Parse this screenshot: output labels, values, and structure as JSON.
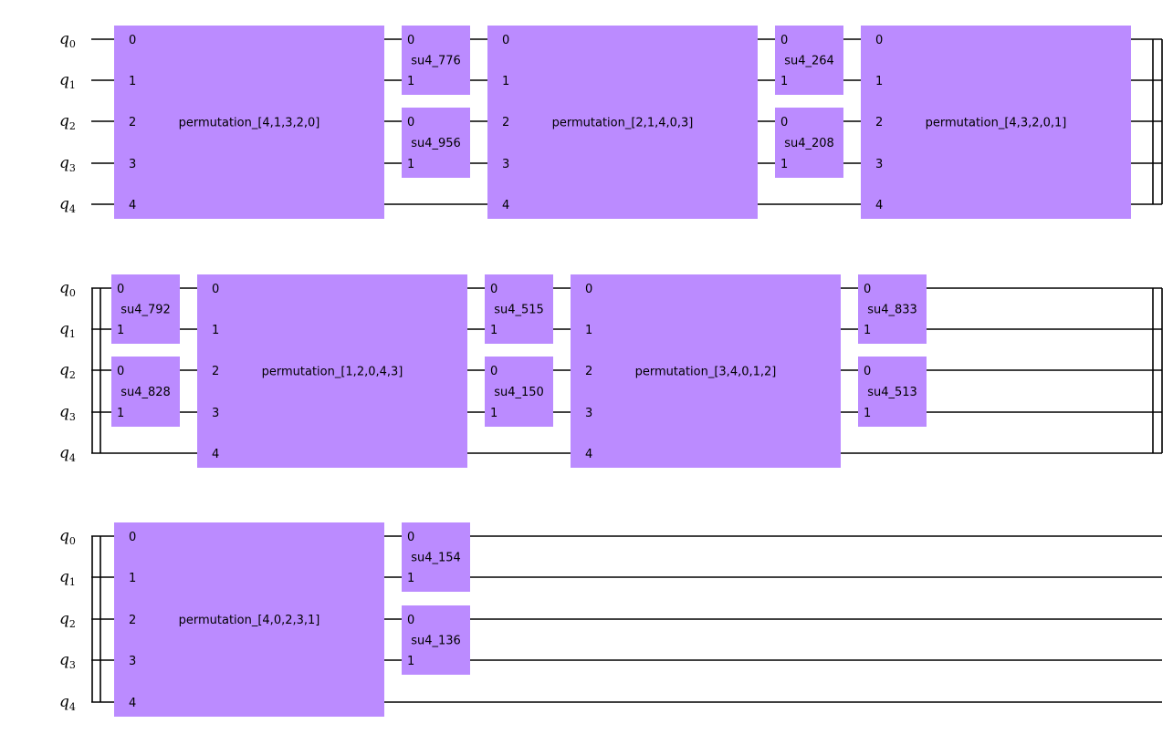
{
  "qubits": [
    {
      "letter": "q",
      "index": "0"
    },
    {
      "letter": "q",
      "index": "1"
    },
    {
      "letter": "q",
      "index": "2"
    },
    {
      "letter": "q",
      "index": "3"
    },
    {
      "letter": "q",
      "index": "4"
    }
  ],
  "rows": [
    {
      "gates": [
        {
          "type": "permutation",
          "label": "permutation_[4,1,3,2,0]",
          "ports": [
            "0",
            "1",
            "2",
            "3",
            "4"
          ]
        },
        {
          "type": "su4",
          "label": "su4_776",
          "ports": [
            "0",
            "1"
          ],
          "qubits": [
            0,
            1
          ]
        },
        {
          "type": "su4",
          "label": "su4_956",
          "ports": [
            "0",
            "1"
          ],
          "qubits": [
            2,
            3
          ]
        },
        {
          "type": "permutation",
          "label": "permutation_[2,1,4,0,3]",
          "ports": [
            "0",
            "1",
            "2",
            "3",
            "4"
          ]
        },
        {
          "type": "su4",
          "label": "su4_264",
          "ports": [
            "0",
            "1"
          ],
          "qubits": [
            0,
            1
          ]
        },
        {
          "type": "su4",
          "label": "su4_208",
          "ports": [
            "0",
            "1"
          ],
          "qubits": [
            2,
            3
          ]
        },
        {
          "type": "permutation",
          "label": "permutation_[4,3,2,0,1]",
          "ports": [
            "0",
            "1",
            "2",
            "3",
            "4"
          ]
        }
      ]
    },
    {
      "gates": [
        {
          "type": "su4",
          "label": "su4_792",
          "ports": [
            "0",
            "1"
          ],
          "qubits": [
            0,
            1
          ]
        },
        {
          "type": "su4",
          "label": "su4_828",
          "ports": [
            "0",
            "1"
          ],
          "qubits": [
            2,
            3
          ]
        },
        {
          "type": "permutation",
          "label": "permutation_[1,2,0,4,3]",
          "ports": [
            "0",
            "1",
            "2",
            "3",
            "4"
          ]
        },
        {
          "type": "su4",
          "label": "su4_515",
          "ports": [
            "0",
            "1"
          ],
          "qubits": [
            0,
            1
          ]
        },
        {
          "type": "su4",
          "label": "su4_150",
          "ports": [
            "0",
            "1"
          ],
          "qubits": [
            2,
            3
          ]
        },
        {
          "type": "permutation",
          "label": "permutation_[3,4,0,1,2]",
          "ports": [
            "0",
            "1",
            "2",
            "3",
            "4"
          ]
        },
        {
          "type": "su4",
          "label": "su4_833",
          "ports": [
            "0",
            "1"
          ],
          "qubits": [
            0,
            1
          ]
        },
        {
          "type": "su4",
          "label": "su4_513",
          "ports": [
            "0",
            "1"
          ],
          "qubits": [
            2,
            3
          ]
        }
      ]
    },
    {
      "gates": [
        {
          "type": "permutation",
          "label": "permutation_[4,0,2,3,1]",
          "ports": [
            "0",
            "1",
            "2",
            "3",
            "4"
          ]
        },
        {
          "type": "su4",
          "label": "su4_154",
          "ports": [
            "0",
            "1"
          ],
          "qubits": [
            0,
            1
          ]
        },
        {
          "type": "su4",
          "label": "su4_136",
          "ports": [
            "0",
            "1"
          ],
          "qubits": [
            2,
            3
          ]
        }
      ]
    }
  ],
  "colors": {
    "gate_fill": "#bb8bff",
    "wire": "#000000",
    "background": "#ffffff"
  }
}
